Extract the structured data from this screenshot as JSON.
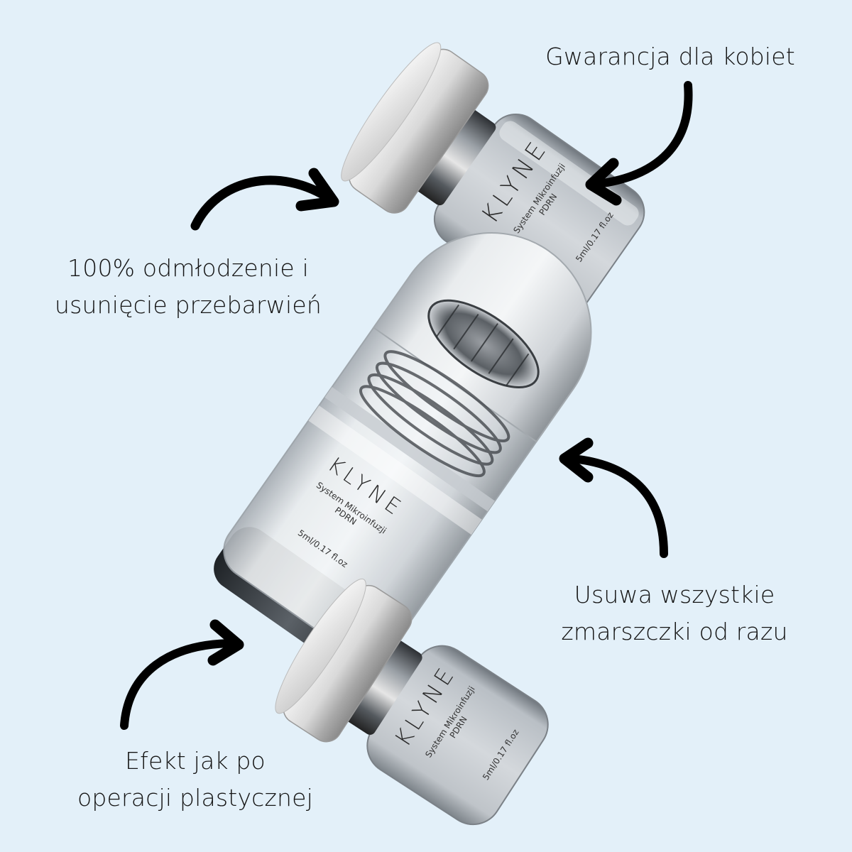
{
  "background_color": "#e3f0f9",
  "captions": {
    "top_right": {
      "line1": "Gwarancja dla kobiet"
    },
    "left": {
      "line1": "100% odmłodzenie i",
      "line2": "usunięcie przebarwień"
    },
    "right": {
      "line1": "Usuwa wszystkie",
      "line2": "zmarszczki od razu"
    },
    "bottom_left": {
      "line1": "Efekt jak po",
      "line2": "operacji plastycznej"
    }
  },
  "product": {
    "brand": "KLYNE",
    "name": "System Mikroinfuzji",
    "variant": "PDRN",
    "volume": "5ml/0.17 fl.oz"
  },
  "arrows": [
    {
      "id": "arrow-left-to-top-vial",
      "direction": "right",
      "color": "#000000"
    },
    {
      "id": "arrow-top-right-to-top-vial",
      "direction": "left",
      "color": "#000000"
    },
    {
      "id": "arrow-right-to-center-vial",
      "direction": "left",
      "color": "#000000"
    },
    {
      "id": "arrow-bottom-left-to-bottom-vial",
      "direction": "right",
      "color": "#000000"
    }
  ]
}
